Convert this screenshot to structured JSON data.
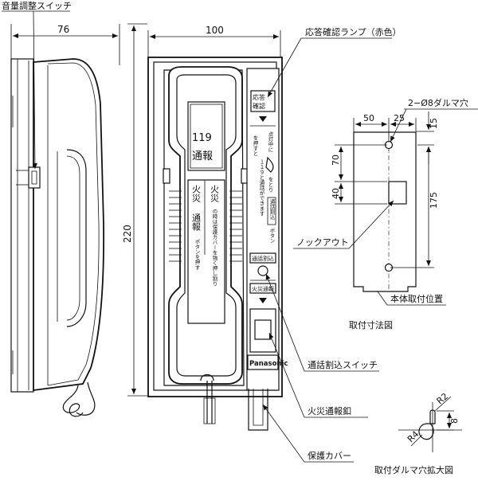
{
  "labels": {
    "volume_switch": "音量調整スイッチ",
    "answer_lamp": "応答確認ランプ（赤色）",
    "holes": "2−Ø8ダルマ穴",
    "knockout": "ノックアウト",
    "mount_position": "本体取付位置",
    "mount_dims_title": "取付寸法図",
    "intercept_switch": "通話割込スイッチ",
    "fire_button": "火災通報釦",
    "cover": "保護カバー",
    "hole_detail_title": "取付ダルマ穴拡大図"
  },
  "dimensions": {
    "side_width": "76",
    "front_width": "100",
    "height": "220",
    "mount_50": "50",
    "mount_25": "25",
    "mount_15": "15",
    "mount_70": "70",
    "mount_40": "40",
    "mount_175": "175",
    "r2": "R2",
    "r4": "R4",
    "d8": "8"
  },
  "panel": {
    "lamp_label_1": "応答",
    "lamp_label_2": "確認",
    "instr_1": "点灯中に",
    "instr_2": "を押すと",
    "instr_3": "をとり",
    "instr_4": "１１９と通話ができます",
    "call_intercept_1": "通話割込",
    "call_intercept_2": "ボタン",
    "call_intercept_label": "通話割込",
    "fire_label": "火災通報",
    "brand": "Panasonic"
  },
  "handset": {
    "num": "119",
    "word": "通報",
    "fire_1": "火災",
    "fire_2": "通報",
    "fire_3": "火災",
    "note_1": "の時は保護カバーを強く押し割り",
    "note_2": "ボタンを押す"
  }
}
